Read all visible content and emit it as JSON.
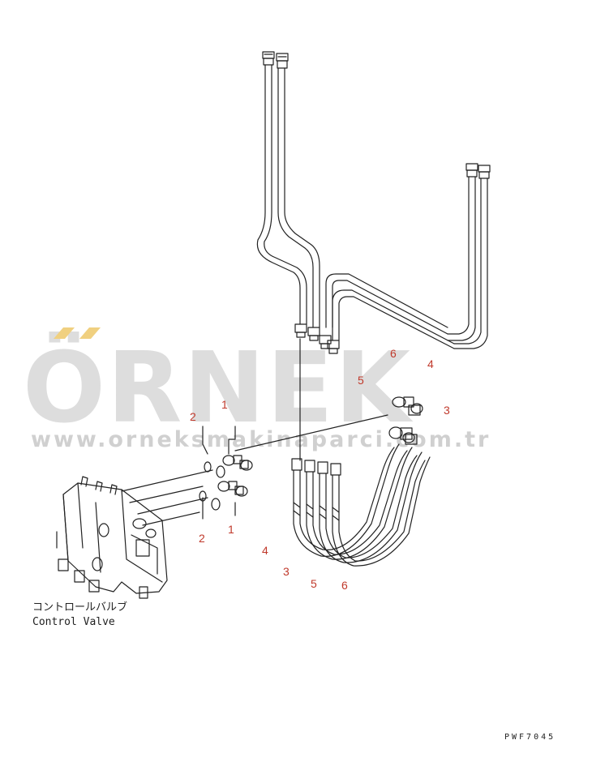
{
  "watermark": {
    "brand": "ÖRNEK",
    "url": "www.orneksmakinaparci.com.tr",
    "brand_color": "#cccccc",
    "accent_color": "#f0d080"
  },
  "component_label": {
    "japanese": "コントロールバルブ",
    "english": "Control Valve"
  },
  "drawing_code": "PWF7045",
  "callouts": {
    "c1_upper": "1",
    "c2_upper": "2",
    "c2_lower": "2",
    "c1_lower": "1",
    "c6_right": "6",
    "c5_right": "5",
    "c4_right": "4",
    "c3_right": "3",
    "c4_bottom": "4",
    "c3_bottom": "3",
    "c5_bottom": "5",
    "c6_bottom": "6"
  },
  "callout_color": "#c0392b"
}
